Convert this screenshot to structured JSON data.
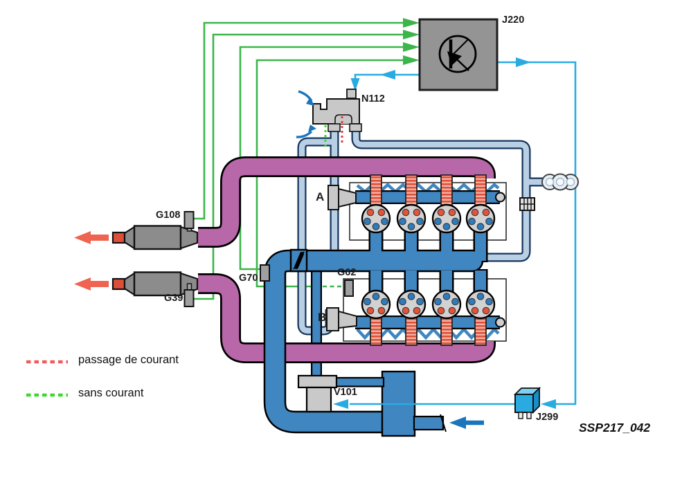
{
  "figure": {
    "id": "SSP217_042"
  },
  "labels": {
    "ecu": "J220",
    "secondary_air_valve": "N112",
    "lambda_probe_1": "G108",
    "lambda_probe_2": "G39",
    "air_mass_meter": "G70",
    "coolant_temp_sensor": "G62",
    "secondary_air_pump": "V101",
    "pump_relay": "J299",
    "bank_a": "A",
    "bank_b": "B"
  },
  "legend": {
    "current_flow": "passage de courant",
    "no_current": "sans courant"
  },
  "colors": {
    "wire_green": "#3cb54a",
    "wire_cyan": "#29abe2",
    "legend_red": "#f15b5b",
    "legend_green": "#3fd62e",
    "pipe_purple": "#b867a8",
    "pipe_blue": "#4086c0",
    "pipe_light_blue": "#b9cfe4",
    "pipe_light_outline": "#16355c",
    "exhaust_red": "#dd4f38",
    "arrow_red": "#ee6450",
    "component_gray": "#8c8c8c",
    "hand_arrow_blue": "#1b75bb"
  }
}
